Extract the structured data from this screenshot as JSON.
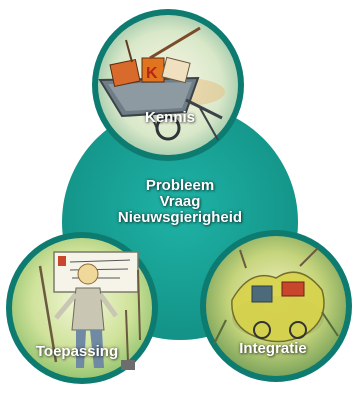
{
  "center": {
    "line1": "Probleem",
    "line2": "Vraag",
    "line3": "Nieuwsgierigheid"
  },
  "circles": {
    "kennis": "Kennis",
    "toepassing": "Toepassing",
    "integratie": "Integratie"
  },
  "colors": {
    "teal": "#17a59a",
    "teal_dark": "#0f8579",
    "ring": "#0d6f66"
  }
}
